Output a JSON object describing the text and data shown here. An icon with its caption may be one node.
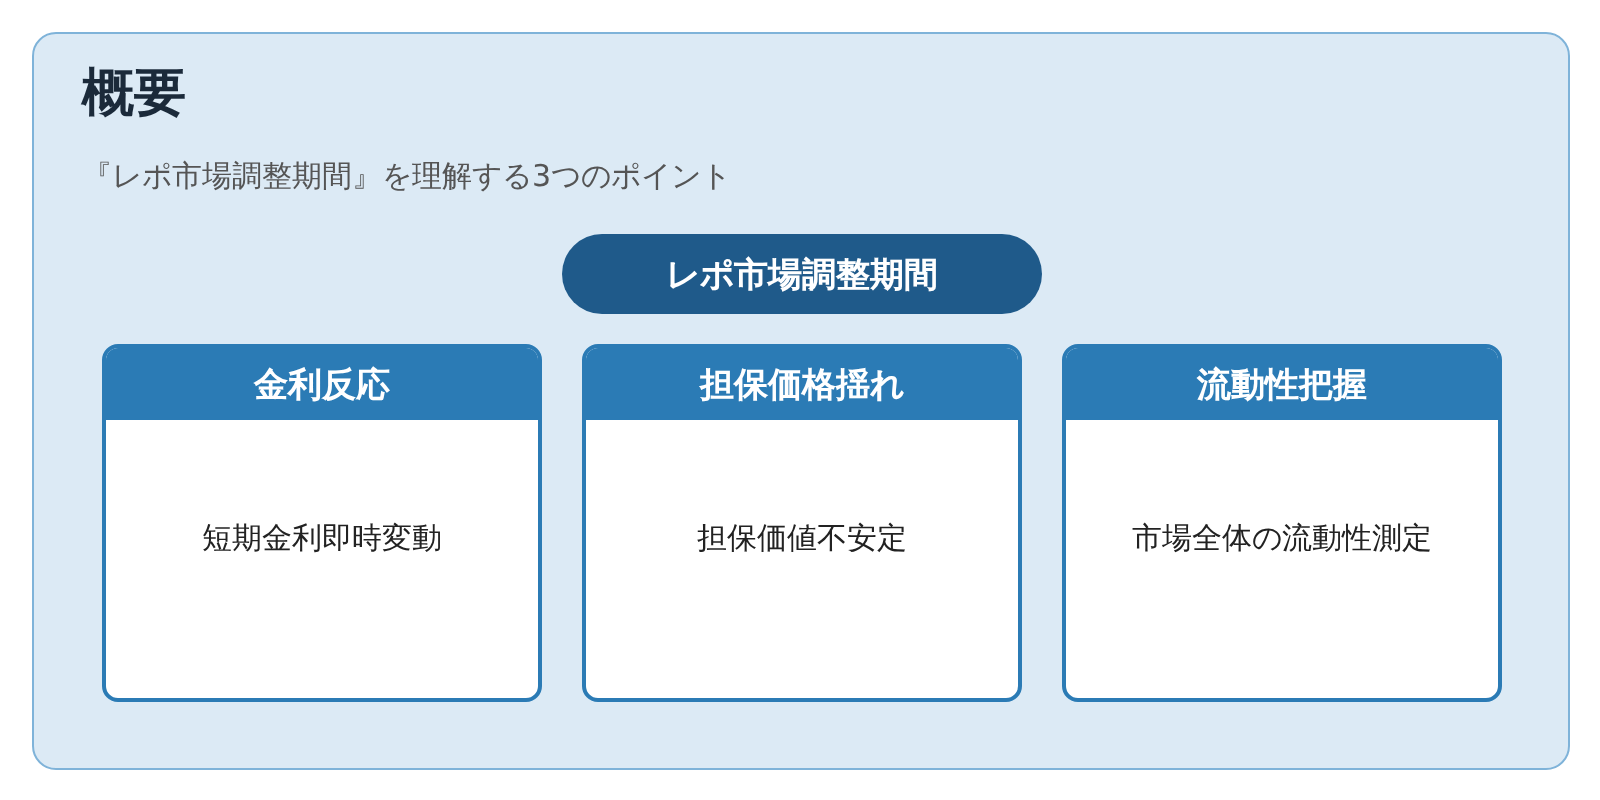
{
  "diagram": {
    "nodes": [
      {
        "text": [
          "概要",
          "『レポ市場調整期間』を理解する3つのポイント"
        ]
      },
      {
        "text": [
          "レポ市場調整期間"
        ],
        "in": 0
      },
      {
        "text": [
          "金利反応",
          "短期金利即時変動"
        ],
        "in": 0
      },
      {
        "text": [
          "担保価格揺れ",
          "担保価値不安定"
        ],
        "in": 0
      },
      {
        "text": [
          "流動性把握",
          "市場全体の流動性測定"
        ],
        "in": 0
      }
    ]
  }
}
